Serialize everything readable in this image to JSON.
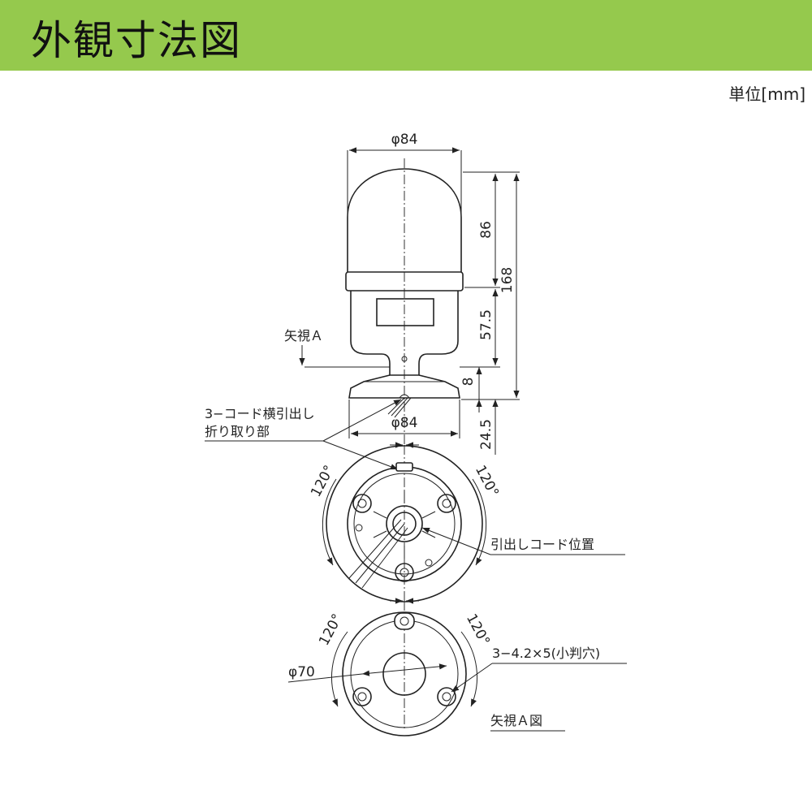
{
  "header": {
    "title": "外観寸法図",
    "color": "#95c94d"
  },
  "unit": "単位[mm]",
  "dimensions": {
    "top_diameter": "φ84",
    "base_diameter": "φ84",
    "height_dome": "86",
    "height_total": "168",
    "height_body": "57.5",
    "height_base": "8",
    "height_bottom": "24.5",
    "mount_diameter": "φ70",
    "angle_left": "120°",
    "angle_right": "120°",
    "angle_left_bottom": "120°",
    "angle_right_bottom": "120°"
  },
  "labels": {
    "view_arrow": "矢視Ａ",
    "side_cord_line1": "3−コード横引出し",
    "side_cord_line2": "折り取り部",
    "cord_position": "引出しコード位置",
    "mount_holes": "3−4.2×5(小判穴)",
    "view_a_figure": "矢視Ａ図"
  }
}
